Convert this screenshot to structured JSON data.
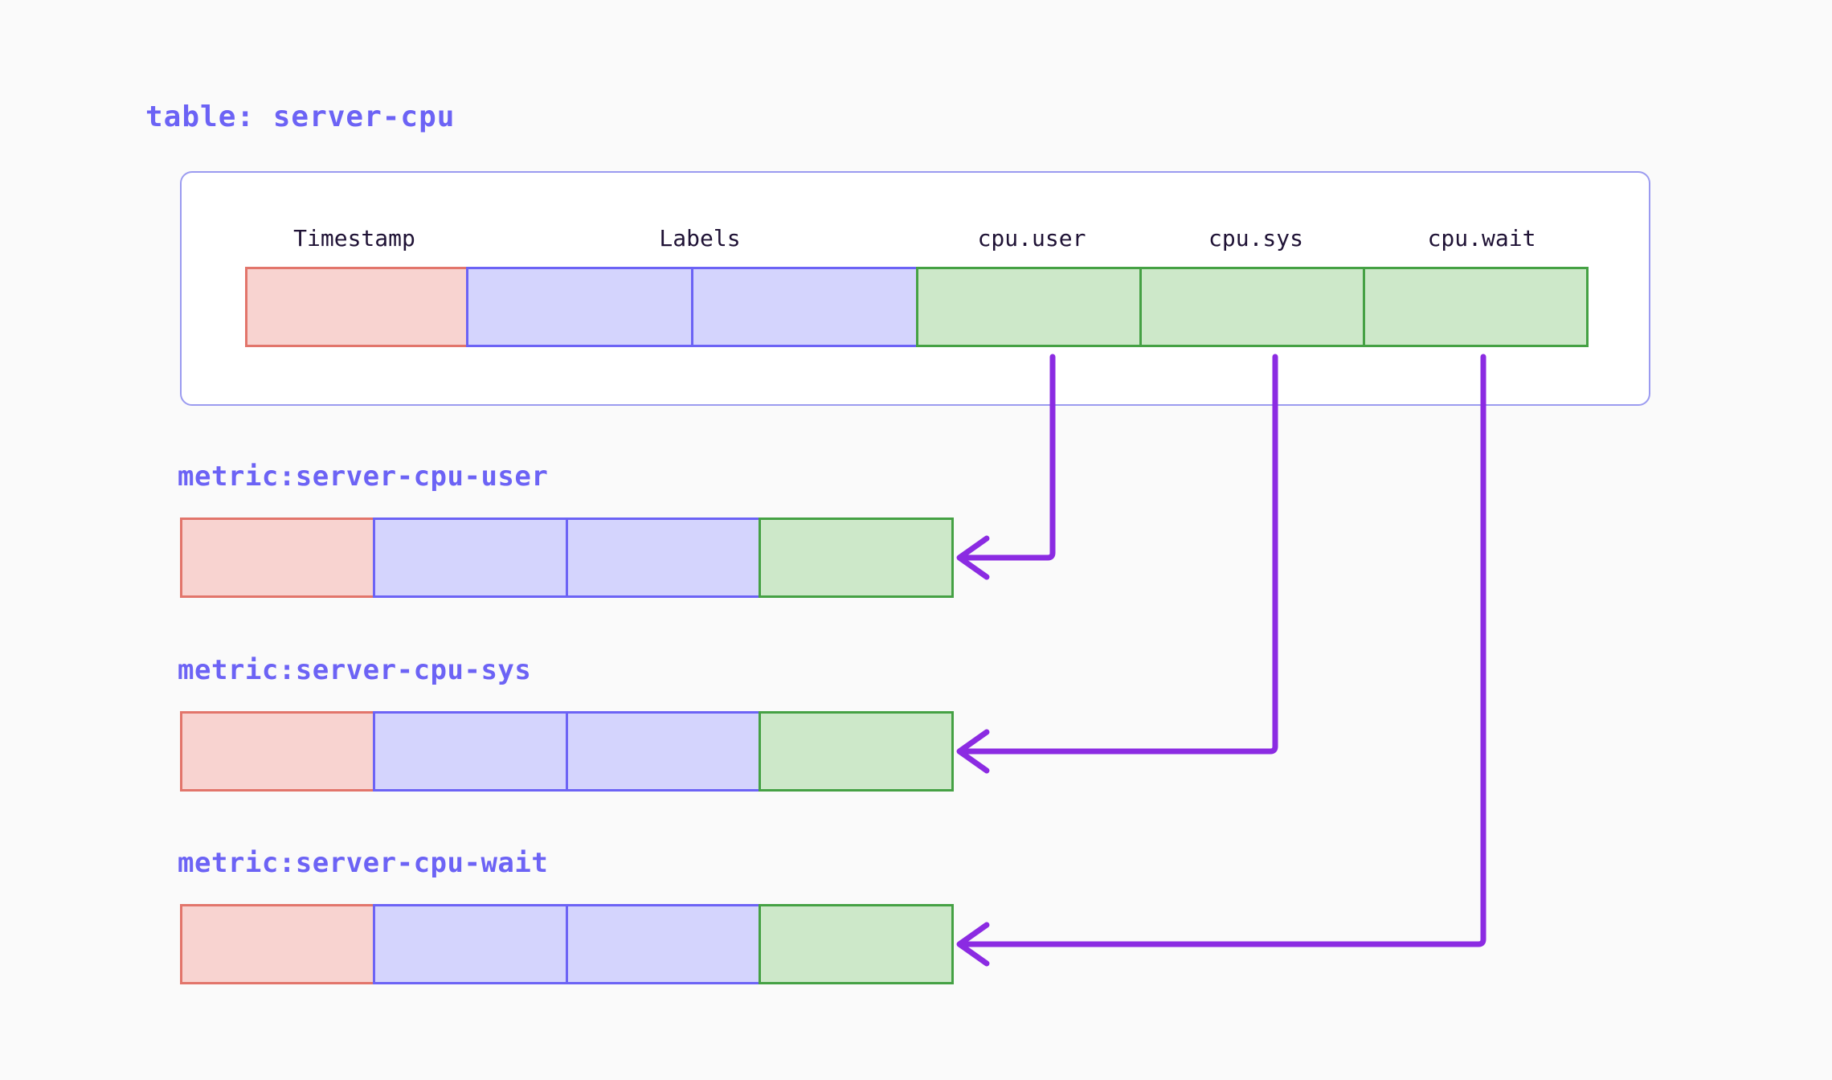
{
  "page": {
    "background": "#fafafa",
    "accent": "#6c63f5",
    "arrow_color": "#8b2be2"
  },
  "table": {
    "title": "table: server-cpu",
    "columns": [
      {
        "name": "Timestamp",
        "label": "Timestamp",
        "kind": "timestamp",
        "color": "#f8d3d0"
      },
      {
        "name": "Labels",
        "label": "Labels",
        "kind": "label",
        "color": "#d4d4fd"
      },
      {
        "name": "cpu.user",
        "label": "cpu.user",
        "kind": "value",
        "color": "#cde8c9"
      },
      {
        "name": "cpu.sys",
        "label": "cpu.sys",
        "kind": "value",
        "color": "#cde8c9"
      },
      {
        "name": "cpu.wait",
        "label": "cpu.wait",
        "kind": "value",
        "color": "#cde8c9"
      }
    ],
    "header_labels": [
      "Timestamp",
      "Labels",
      "cpu.user",
      "cpu.sys",
      "cpu.wait"
    ],
    "cells": [
      {
        "kind": "timestamp"
      },
      {
        "kind": "label"
      },
      {
        "kind": "label"
      },
      {
        "kind": "value"
      },
      {
        "kind": "value"
      },
      {
        "kind": "value"
      }
    ]
  },
  "metrics": [
    {
      "title": "metric:server-cpu-user",
      "source_column": "cpu.user",
      "cells": [
        {
          "kind": "timestamp"
        },
        {
          "kind": "label"
        },
        {
          "kind": "label"
        },
        {
          "kind": "value"
        }
      ]
    },
    {
      "title": "metric:server-cpu-sys",
      "source_column": "cpu.sys",
      "cells": [
        {
          "kind": "timestamp"
        },
        {
          "kind": "label"
        },
        {
          "kind": "label"
        },
        {
          "kind": "value"
        }
      ]
    },
    {
      "title": "metric:server-cpu-wait",
      "source_column": "cpu.wait",
      "cells": [
        {
          "kind": "timestamp"
        },
        {
          "kind": "label"
        },
        {
          "kind": "label"
        },
        {
          "kind": "value"
        }
      ]
    }
  ],
  "connectors": [
    {
      "from": "cpu.user",
      "to": "metric:server-cpu-user"
    },
    {
      "from": "cpu.sys",
      "to": "metric:server-cpu-sys"
    },
    {
      "from": "cpu.wait",
      "to": "metric:server-cpu-wait"
    }
  ]
}
